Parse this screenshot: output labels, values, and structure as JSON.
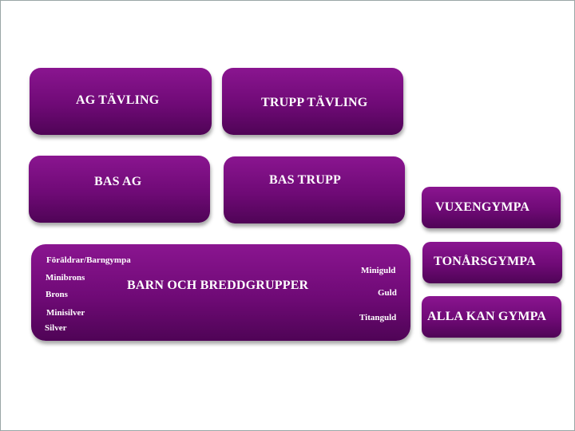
{
  "boxes": {
    "ag_tavling": "AG TÄVLING",
    "trupp_tavling": "TRUPP TÄVLING",
    "bas_ag": "BAS AG",
    "bas_trupp": "BAS TRUPP",
    "vuxengympa": "VUXENGYMPA",
    "tonarsgympa": "TONÅRSGYMPA",
    "alla_kan_gympa": "ALLA KAN GYMPA",
    "barn_och_breddgrupper": "BARN OCH BREDDGRUPPER"
  },
  "barn_groups": {
    "left": [
      "Föräldrar/Barngympa",
      "Minibrons",
      "Brons",
      "Minisilver",
      "Silver"
    ],
    "right": [
      "Miniguld",
      "Guld",
      "Titanguld"
    ]
  },
  "colors": {
    "box_top": "#8a1590",
    "box_bottom": "#4f0456",
    "text": "#ffffff"
  }
}
